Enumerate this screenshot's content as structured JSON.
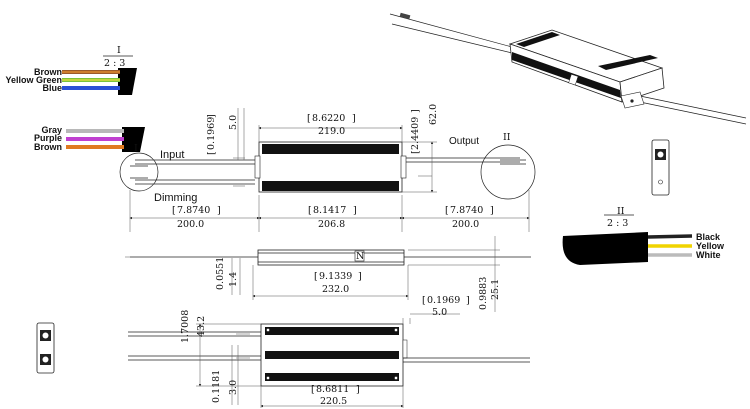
{
  "labels": {
    "input": "Input",
    "dimming": "Dimming",
    "output": "Output",
    "section_i": "I",
    "section_ii": "II",
    "ratio": "2 : 3",
    "badge": "N"
  },
  "wires_input": [
    "Brown",
    "Yellow Green",
    "Blue"
  ],
  "wires_dimming": [
    "Gray",
    "Purple",
    "Brown"
  ],
  "wires_output": [
    "Black",
    "Yellow",
    "White"
  ],
  "dims": {
    "flange_in": "0.1969",
    "flange_mm": "5.0",
    "body_len_in": "8.6220",
    "body_len_mm": "219.0",
    "height_in": "2.4409",
    "height_mm": "62.0",
    "lead_in": "7.8740",
    "lead_mm": "200.0",
    "mount_in": "8.1417",
    "mount_mm": "206.8",
    "lead_out_in": "7.8740",
    "lead_out_mm": "200.0",
    "side_h_in": "0.0551",
    "side_h_mm": "1.4",
    "side_len_in": "9.1339",
    "side_len_mm": "232.0",
    "side_tot_in": "0.9883",
    "side_tot_mm": "25.1",
    "flange2_in": "0.1969",
    "flange2_mm": "5.0",
    "width_in": "1.7008",
    "width_mm": "43.2",
    "pin_in": "0.1181",
    "pin_mm": "3.0",
    "bottom_len_in": "8.6811",
    "bottom_len_mm": "220.5"
  },
  "colors": {
    "brown": "#9a5a2a",
    "yellow_green": "#7cc23a",
    "blue": "#2b4fd6",
    "gray": "#b8b8b8",
    "purple": "#c040d0",
    "orange_brown": "#e07a20",
    "yellow": "#f0d400",
    "black": "#000000"
  }
}
